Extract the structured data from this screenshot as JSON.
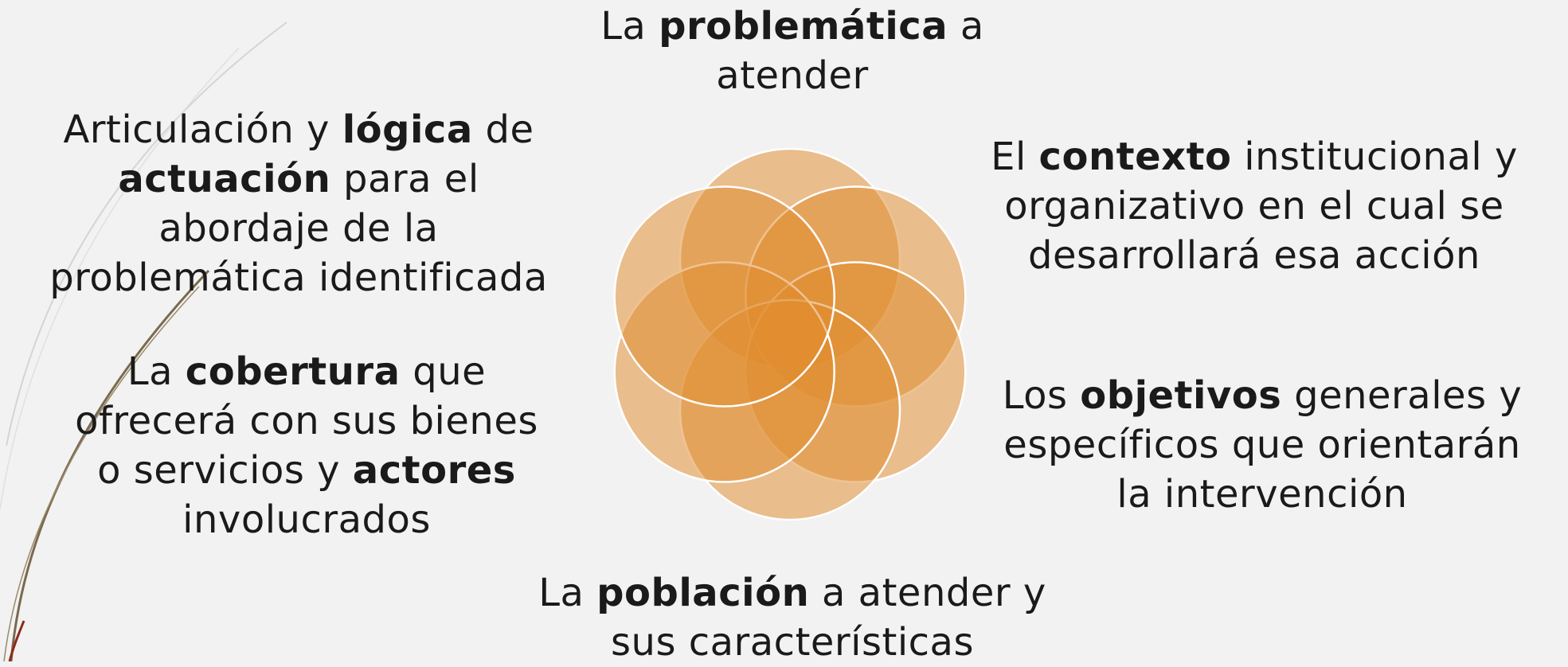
{
  "diagram": {
    "fill_color": "#e08c2e",
    "petal_color": "#e6b47e",
    "stroke_color": "#ffffff",
    "segments": [
      {
        "lines": [
          [
            {
              "t": "La "
            },
            {
              "t": "problemática",
              "b": true
            },
            {
              "t": " a"
            }
          ],
          [
            {
              "t": "atender"
            }
          ]
        ]
      },
      {
        "lines": [
          [
            {
              "t": "El "
            },
            {
              "t": "contexto",
              "b": true
            },
            {
              "t": " institucional y"
            }
          ],
          [
            {
              "t": "organizativo en el cual se"
            }
          ],
          [
            {
              "t": "desarrollará esa acción"
            }
          ]
        ]
      },
      {
        "lines": [
          [
            {
              "t": "Los "
            },
            {
              "t": "objetivos",
              "b": true
            },
            {
              "t": " generales y"
            }
          ],
          [
            {
              "t": "específicos que orientarán"
            }
          ],
          [
            {
              "t": "la intervención"
            }
          ]
        ]
      },
      {
        "lines": [
          [
            {
              "t": "La "
            },
            {
              "t": "población",
              "b": true
            },
            {
              "t": " a atender y"
            }
          ],
          [
            {
              "t": "sus características"
            }
          ]
        ]
      },
      {
        "lines": [
          [
            {
              "t": "La "
            },
            {
              "t": "cobertura",
              "b": true
            },
            {
              "t": " que"
            }
          ],
          [
            {
              "t": "ofrecerá con sus bienes"
            }
          ],
          [
            {
              "t": "o servicios y "
            },
            {
              "t": "actores",
              "b": true
            }
          ],
          [
            {
              "t": "involucrados"
            }
          ]
        ]
      },
      {
        "lines": [
          [
            {
              "t": "Articulación y "
            },
            {
              "t": "lógica",
              "b": true
            },
            {
              "t": " de"
            }
          ],
          [
            {
              "t": "actuación",
              "b": true
            },
            {
              "t": " para el"
            }
          ],
          [
            {
              "t": "abordaje de la"
            }
          ],
          [
            {
              "t": "problemática identificada"
            }
          ]
        ]
      }
    ]
  }
}
